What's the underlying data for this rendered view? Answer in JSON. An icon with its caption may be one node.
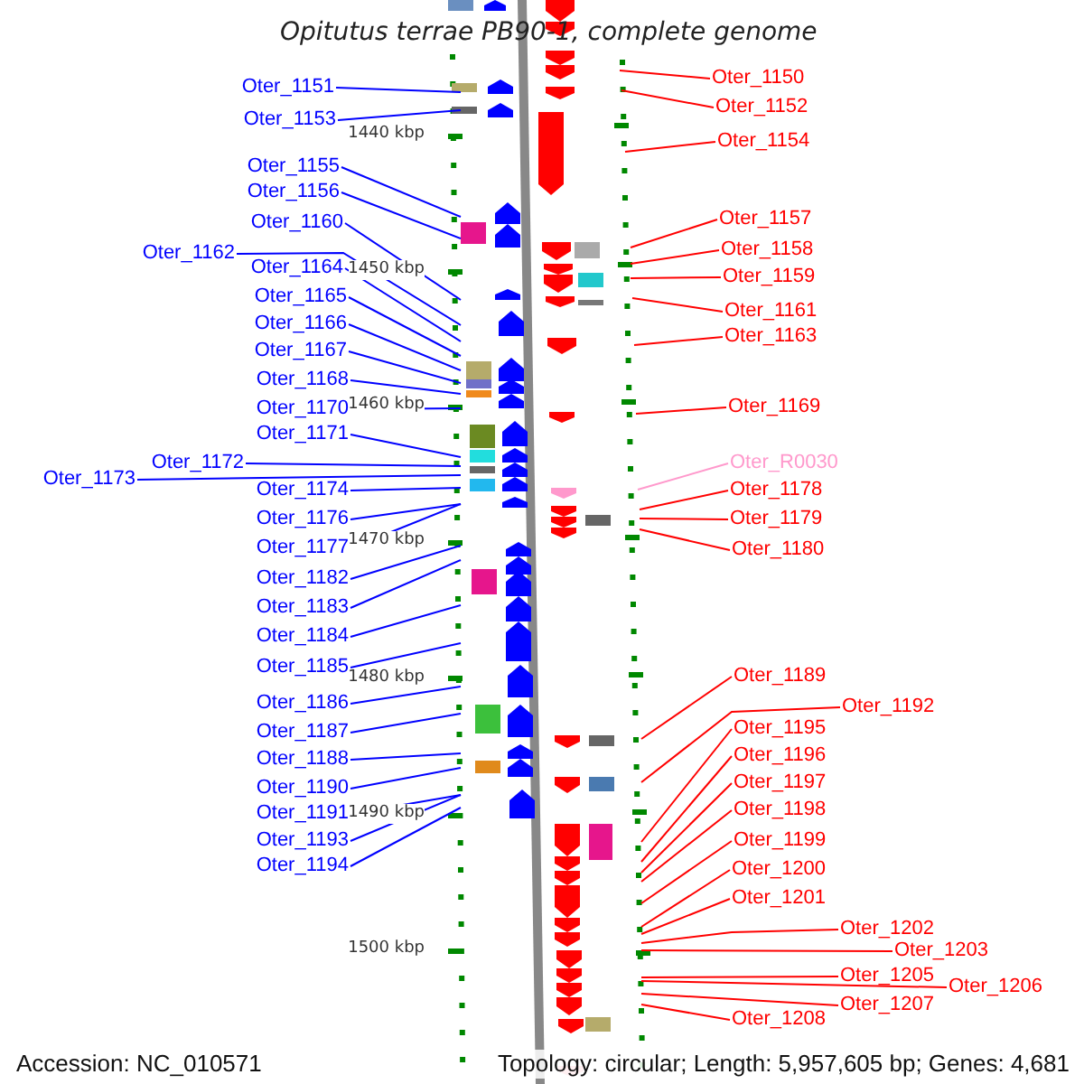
{
  "diagram": {
    "title": "Opitutus terrae PB90-1, complete genome",
    "nodes": [
      {
        "text": [
          "Oter_1151"
        ]
      },
      {
        "text": [
          "Oter_1153"
        ]
      },
      {
        "text": [
          "Oter_1155"
        ]
      },
      {
        "text": [
          "Oter_1156"
        ]
      },
      {
        "text": [
          "Oter_1160"
        ]
      },
      {
        "text": [
          "Oter_1162"
        ]
      },
      {
        "text": [
          "Oter_1164"
        ]
      },
      {
        "text": [
          "Oter_1165"
        ]
      },
      {
        "text": [
          "Oter_1166"
        ]
      },
      {
        "text": [
          "Oter_1167"
        ]
      },
      {
        "text": [
          "Oter_1168"
        ]
      },
      {
        "text": [
          "Oter_1170"
        ]
      },
      {
        "text": [
          "Oter_1171"
        ]
      },
      {
        "text": [
          "Oter_1172"
        ]
      },
      {
        "text": [
          "Oter_1173"
        ]
      },
      {
        "text": [
          "Oter_1174"
        ]
      },
      {
        "text": [
          "Oter_1176"
        ]
      },
      {
        "text": [
          "Oter_1177"
        ]
      },
      {
        "text": [
          "Oter_1182"
        ]
      },
      {
        "text": [
          "Oter_1183"
        ]
      },
      {
        "text": [
          "Oter_1184"
        ]
      },
      {
        "text": [
          "Oter_1185"
        ]
      },
      {
        "text": [
          "Oter_1186"
        ]
      },
      {
        "text": [
          "Oter_1187"
        ]
      },
      {
        "text": [
          "Oter_1188"
        ]
      },
      {
        "text": [
          "Oter_1190"
        ]
      },
      {
        "text": [
          "Oter_1191"
        ]
      },
      {
        "text": [
          "Oter_1193"
        ]
      },
      {
        "text": [
          "Oter_1194"
        ]
      },
      {
        "text": [
          "Oter_1150"
        ]
      },
      {
        "text": [
          "Oter_1152"
        ]
      },
      {
        "text": [
          "Oter_1154"
        ]
      },
      {
        "text": [
          "Oter_1157"
        ]
      },
      {
        "text": [
          "Oter_1158"
        ]
      },
      {
        "text": [
          "Oter_1159"
        ]
      },
      {
        "text": [
          "Oter_1161"
        ]
      },
      {
        "text": [
          "Oter_1163"
        ]
      },
      {
        "text": [
          "Oter_1169"
        ]
      },
      {
        "text": [
          "Oter_R0030"
        ]
      },
      {
        "text": [
          "Oter_1178"
        ]
      },
      {
        "text": [
          "Oter_1179"
        ]
      },
      {
        "text": [
          "Oter_1180"
        ]
      },
      {
        "text": [
          "Oter_1189"
        ]
      },
      {
        "text": [
          "Oter_1192"
        ]
      },
      {
        "text": [
          "Oter_1195"
        ]
      },
      {
        "text": [
          "Oter_1196"
        ]
      },
      {
        "text": [
          "Oter_1197"
        ]
      },
      {
        "text": [
          "Oter_1198"
        ]
      },
      {
        "text": [
          "Oter_1199"
        ]
      },
      {
        "text": [
          "Oter_1200"
        ]
      },
      {
        "text": [
          "Oter_1201"
        ]
      },
      {
        "text": [
          "Oter_1202"
        ]
      },
      {
        "text": [
          "Oter_1203"
        ]
      },
      {
        "text": [
          "Oter_1205"
        ]
      },
      {
        "text": [
          "Oter_1206"
        ]
      },
      {
        "text": [
          "Oter_1207"
        ]
      },
      {
        "text": [
          "Oter_1208"
        ]
      }
    ],
    "edges": [
      {
        "from": 0,
        "to": null,
        "arrow": "none"
      },
      {
        "from": 1,
        "to": null,
        "arrow": "none"
      },
      {
        "from": 2,
        "to": null,
        "arrow": "none"
      },
      {
        "from": 3,
        "to": null,
        "arrow": "none"
      },
      {
        "from": 4,
        "to": null,
        "arrow": "none"
      },
      {
        "from": 5,
        "to": null,
        "arrow": "none"
      },
      {
        "from": 6,
        "to": null,
        "arrow": "none"
      },
      {
        "from": 7,
        "to": null,
        "arrow": "none"
      },
      {
        "from": 8,
        "to": null,
        "arrow": "none"
      },
      {
        "from": 9,
        "to": null,
        "arrow": "none"
      },
      {
        "from": 10,
        "to": null,
        "arrow": "none"
      },
      {
        "from": 11,
        "to": null,
        "arrow": "none"
      },
      {
        "from": 12,
        "to": null,
        "arrow": "none"
      },
      {
        "from": 13,
        "to": null,
        "arrow": "none"
      },
      {
        "from": 14,
        "to": null,
        "arrow": "none"
      },
      {
        "from": 15,
        "to": null,
        "arrow": "none"
      },
      {
        "from": 16,
        "to": null,
        "arrow": "none"
      },
      {
        "from": 17,
        "to": null,
        "arrow": "none"
      },
      {
        "from": 18,
        "to": null,
        "arrow": "none"
      },
      {
        "from": 19,
        "to": null,
        "arrow": "none"
      },
      {
        "from": 20,
        "to": null,
        "arrow": "none"
      },
      {
        "from": 21,
        "to": null,
        "arrow": "none"
      },
      {
        "from": 22,
        "to": null,
        "arrow": "none"
      },
      {
        "from": 23,
        "to": null,
        "arrow": "none"
      },
      {
        "from": 24,
        "to": null,
        "arrow": "none"
      },
      {
        "from": 25,
        "to": null,
        "arrow": "none"
      },
      {
        "from": 26,
        "to": null,
        "arrow": "none"
      },
      {
        "from": 27,
        "to": null,
        "arrow": "none"
      },
      {
        "from": 28,
        "to": null,
        "arrow": "none"
      },
      {
        "from": 29,
        "to": null,
        "arrow": "none",
        "color": "#ff0000"
      },
      {
        "from": 30,
        "to": null,
        "arrow": "none",
        "color": "#ff0000"
      },
      {
        "from": 31,
        "to": null,
        "arrow": "none",
        "color": "#ff0000"
      },
      {
        "from": 32,
        "to": null,
        "arrow": "none",
        "color": "#ff0000"
      },
      {
        "from": 33,
        "to": null,
        "arrow": "none",
        "color": "#ff0000"
      },
      {
        "from": 34,
        "to": null,
        "arrow": "none",
        "color": "#ff0000"
      },
      {
        "from": 35,
        "to": null,
        "arrow": "none",
        "color": "#ff0000"
      },
      {
        "from": 36,
        "to": null,
        "arrow": "none",
        "color": "#ff0000"
      },
      {
        "from": 37,
        "to": null,
        "arrow": "none",
        "color": "#ff0000"
      },
      {
        "from": 38,
        "to": null,
        "arrow": "none",
        "color": "#ff99cc"
      },
      {
        "from": 39,
        "to": null,
        "arrow": "none",
        "color": "#ff0000"
      },
      {
        "from": 40,
        "to": null,
        "arrow": "none",
        "color": "#ff0000"
      },
      {
        "from": 41,
        "to": null,
        "arrow": "none",
        "color": "#ff0000"
      },
      {
        "from": 42,
        "to": null,
        "arrow": "none",
        "color": "#ff0000"
      },
      {
        "from": 43,
        "to": null,
        "arrow": "none",
        "color": "#ff0000"
      },
      {
        "from": 44,
        "to": null,
        "arrow": "none",
        "color": "#ff0000"
      },
      {
        "from": 45,
        "to": null,
        "arrow": "none",
        "color": "#ff0000"
      },
      {
        "from": 46,
        "to": null,
        "arrow": "none",
        "color": "#ff0000"
      },
      {
        "from": 47,
        "to": null,
        "arrow": "none",
        "color": "#ff0000"
      },
      {
        "from": 48,
        "to": null,
        "arrow": "none",
        "color": "#ff0000"
      },
      {
        "from": 49,
        "to": null,
        "arrow": "none",
        "color": "#ff0000"
      },
      {
        "from": 50,
        "to": null,
        "arrow": "none",
        "color": "#ff0000"
      },
      {
        "from": 51,
        "to": null,
        "arrow": "none",
        "color": "#ff0000"
      },
      {
        "from": 52,
        "to": null,
        "arrow": "none",
        "color": "#ff0000"
      },
      {
        "from": 53,
        "to": null,
        "arrow": "none",
        "color": "#ff0000"
      },
      {
        "from": 54,
        "to": null,
        "arrow": "none",
        "color": "#ff0000"
      },
      {
        "from": 55,
        "to": null,
        "arrow": "none",
        "color": "#ff0000"
      },
      {
        "from": 56,
        "to": null,
        "arrow": "none",
        "color": "#ff0000"
      }
    ],
    "labels": [
      "1440 kbp",
      "1450 kbp",
      "1460 kbp",
      "1470 kbp",
      "1480 kbp",
      "1490 kbp",
      "1500 kbp",
      "Accession: NC_010571",
      "Topology: circular; Length: 5,957,605 bp; Genes: 4,681"
    ]
  }
}
